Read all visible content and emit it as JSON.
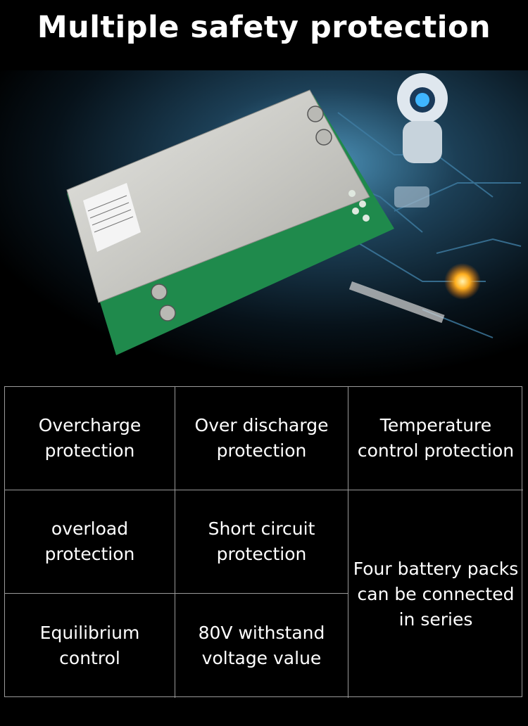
{
  "header": {
    "title": "Multiple safety protection"
  },
  "hero": {
    "icon": "bms-circuit-board-image"
  },
  "features": {
    "c1": "Overcharge\nprotection",
    "c2": "Over discharge\nprotection",
    "c3": "Temperature\ncontrol protection",
    "c4": "overload\nprotection",
    "c5": "Short circuit\nprotection",
    "c6": "Four battery packs\ncan be connected\nin series",
    "c7": "Equilibrium\ncontrol",
    "c8": "80V withstand\nvoltage value"
  }
}
